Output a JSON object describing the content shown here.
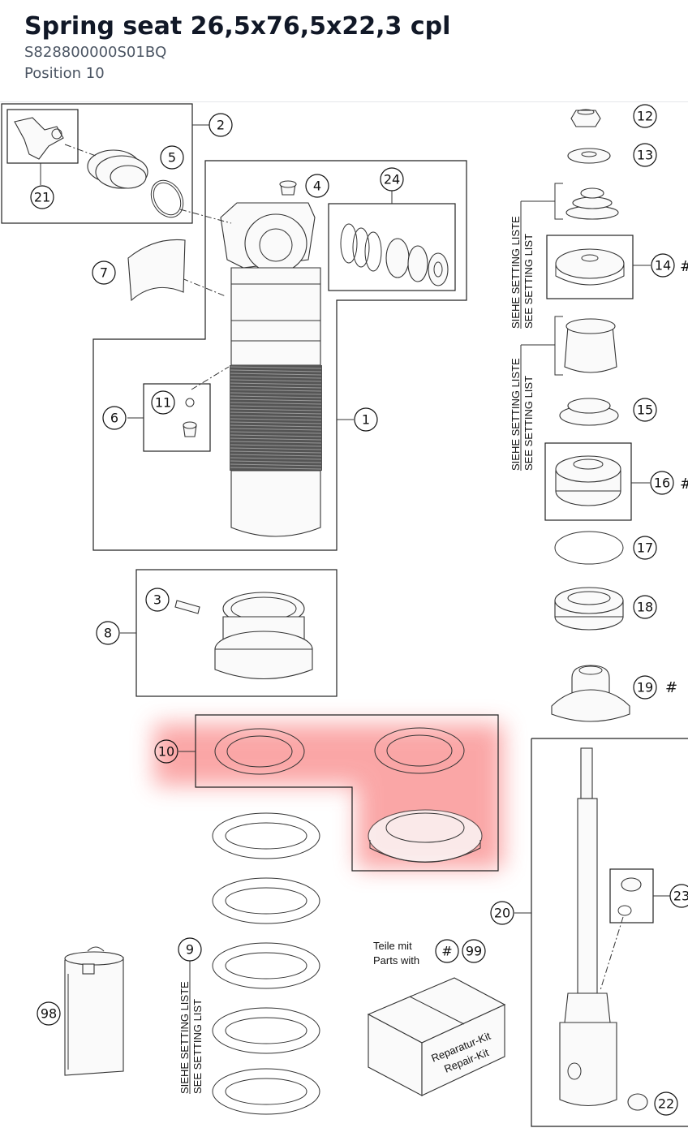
{
  "header": {
    "title": "Spring seat 26,5x76,5x22,3 cpl",
    "part_number": "S828800000S01BQ",
    "position": "Position 10"
  },
  "highlight_color": "#f87171",
  "callouts": [
    "1",
    "2",
    "3",
    "4",
    "5",
    "6",
    "7",
    "8",
    "9",
    "10",
    "11",
    "12",
    "13",
    "14",
    "15",
    "16",
    "17",
    "18",
    "19",
    "20",
    "21",
    "22",
    "23",
    "24",
    "98",
    "99",
    "#"
  ],
  "setting_labels": {
    "de": "SIEHE SETTING LISTE",
    "en": "SEE SETTING LIST"
  },
  "kit_note": {
    "de": "Teile mit",
    "en": "Parts with"
  },
  "kit_box": {
    "line1": "Reparatur-Kit",
    "line2": "Repair-Kit"
  },
  "hash_mark": "#"
}
